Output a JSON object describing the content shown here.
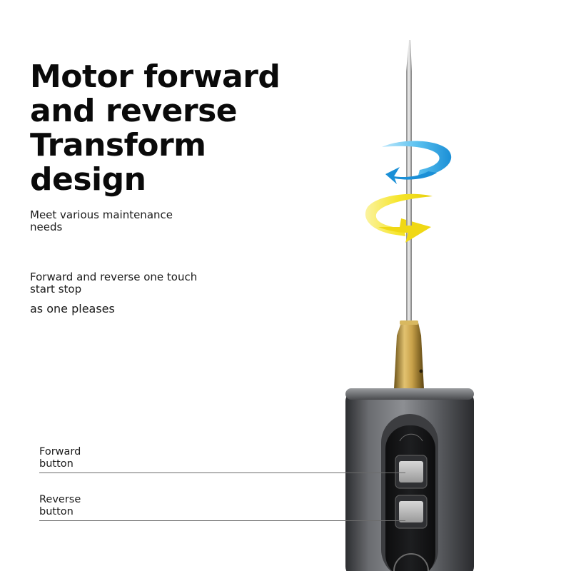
{
  "headline": {
    "lines": [
      "Motor forward",
      "and reverse",
      "Transform",
      "design"
    ]
  },
  "notes": {
    "maintenance": [
      "Meet various maintenance",
      "needs"
    ],
    "touch": [
      "Forward and reverse one touch",
      "start stop"
    ],
    "pleases": "as one pleases"
  },
  "callouts": {
    "forward": [
      "Forward",
      "button"
    ],
    "reverse": [
      "Reverse",
      "button"
    ]
  },
  "colors": {
    "rotation_forward": "#2aa8e6",
    "rotation_reverse": "#f2e21c",
    "body": "#5a5c60",
    "collet": "#c9a24a",
    "text": "#0a0a0a"
  },
  "icons": {
    "forward_rotation": "curved-arrow-icon",
    "reverse_rotation": "curved-arrow-icon"
  }
}
